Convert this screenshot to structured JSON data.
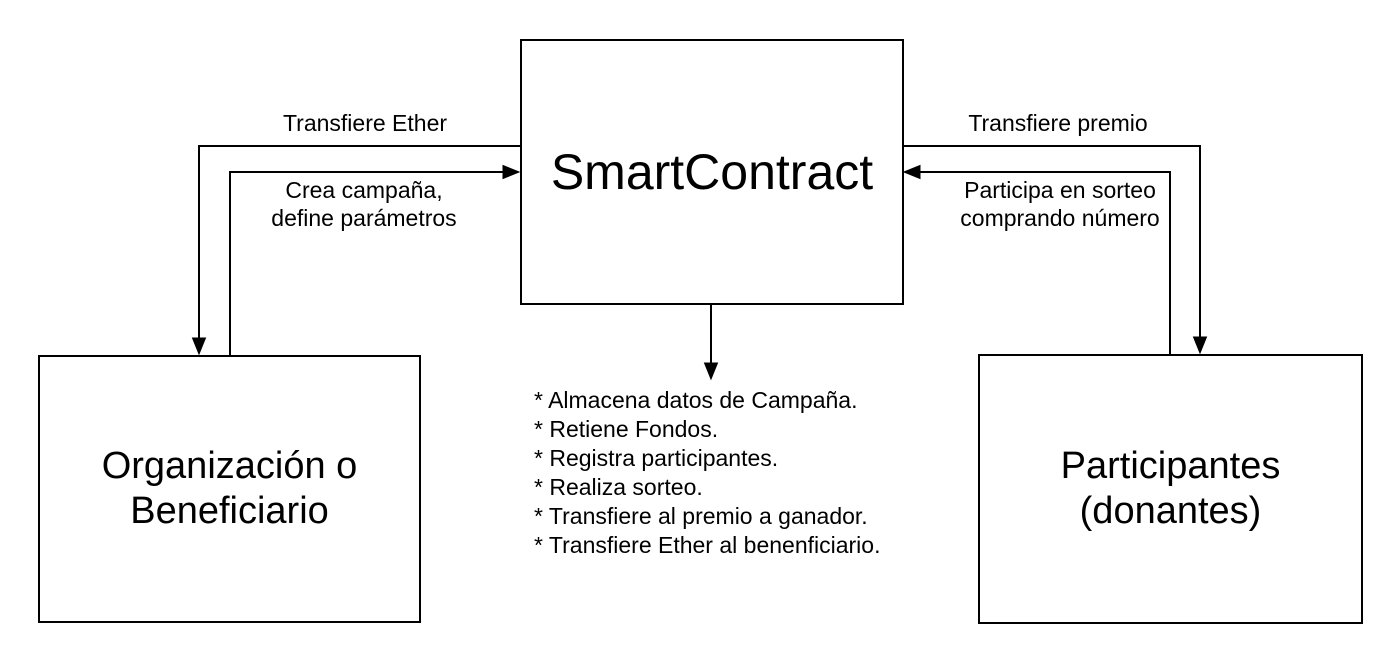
{
  "colors": {
    "background": "#ffffff",
    "node_fill": "#ffffff",
    "stroke": "#000000",
    "text": "#000000"
  },
  "nodes": {
    "smart_contract": {
      "label": "SmartContract"
    },
    "organization": {
      "lines": [
        "Organización o",
        "Beneficiario"
      ]
    },
    "participants": {
      "lines": [
        "Participantes",
        "(donantes)"
      ]
    }
  },
  "edges": {
    "transfiere_ether": {
      "label": "Transfiere Ether",
      "from": "SmartContract",
      "to": "Organización o Beneficiario"
    },
    "crea_campana": {
      "lines": [
        "Crea campaña,",
        "define parámetros"
      ],
      "from": "Organización o Beneficiario",
      "to": "SmartContract"
    },
    "transfiere_premio": {
      "label": "Transfiere premio",
      "from": "SmartContract",
      "to": "Participantes (donantes)"
    },
    "participa_sorteo": {
      "lines": [
        "Participa en sorteo",
        "comprando número"
      ],
      "from": "Participantes (donantes)",
      "to": "SmartContract"
    },
    "funciones": {
      "from": "SmartContract",
      "to": "lista de funciones"
    }
  },
  "responsibilities": {
    "items": [
      "* Almacena datos de Campaña.",
      "* Retiene Fondos.",
      "* Registra participantes.",
      "* Realiza sorteo.",
      "* Transfiere al premio a ganador.",
      "* Transfiere Ether al benenficiario."
    ]
  }
}
